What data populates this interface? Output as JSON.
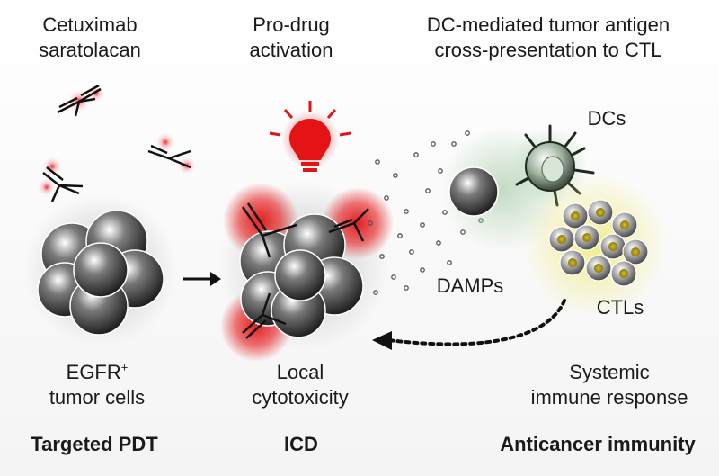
{
  "labels": {
    "drug_line1": "Cetuximab",
    "drug_line2": "saratolacan",
    "activation_line1": "Pro-drug",
    "activation_line2": "activation",
    "dc_line1": "DC-mediated tumor antigen",
    "dc_line2": "cross-presentation to CTL",
    "dcs": "DCs",
    "damps": "DAMPs",
    "ctls": "CTLs",
    "egfr": "EGFR",
    "egfr_sup": "+",
    "tumor_cells": "tumor cells",
    "local": "Local",
    "cytotoxicity": "cytotoxicity",
    "systemic": "Systemic",
    "immune_response": "immune response"
  },
  "sections": {
    "left": "Targeted PDT",
    "middle": "ICD",
    "right": "Anticancer immunity"
  },
  "colors": {
    "glow_red": "#e41414",
    "dc_green": "#bcd8bc",
    "ctl_yellow": "#f2ec86",
    "cell_dark": "#222222"
  }
}
